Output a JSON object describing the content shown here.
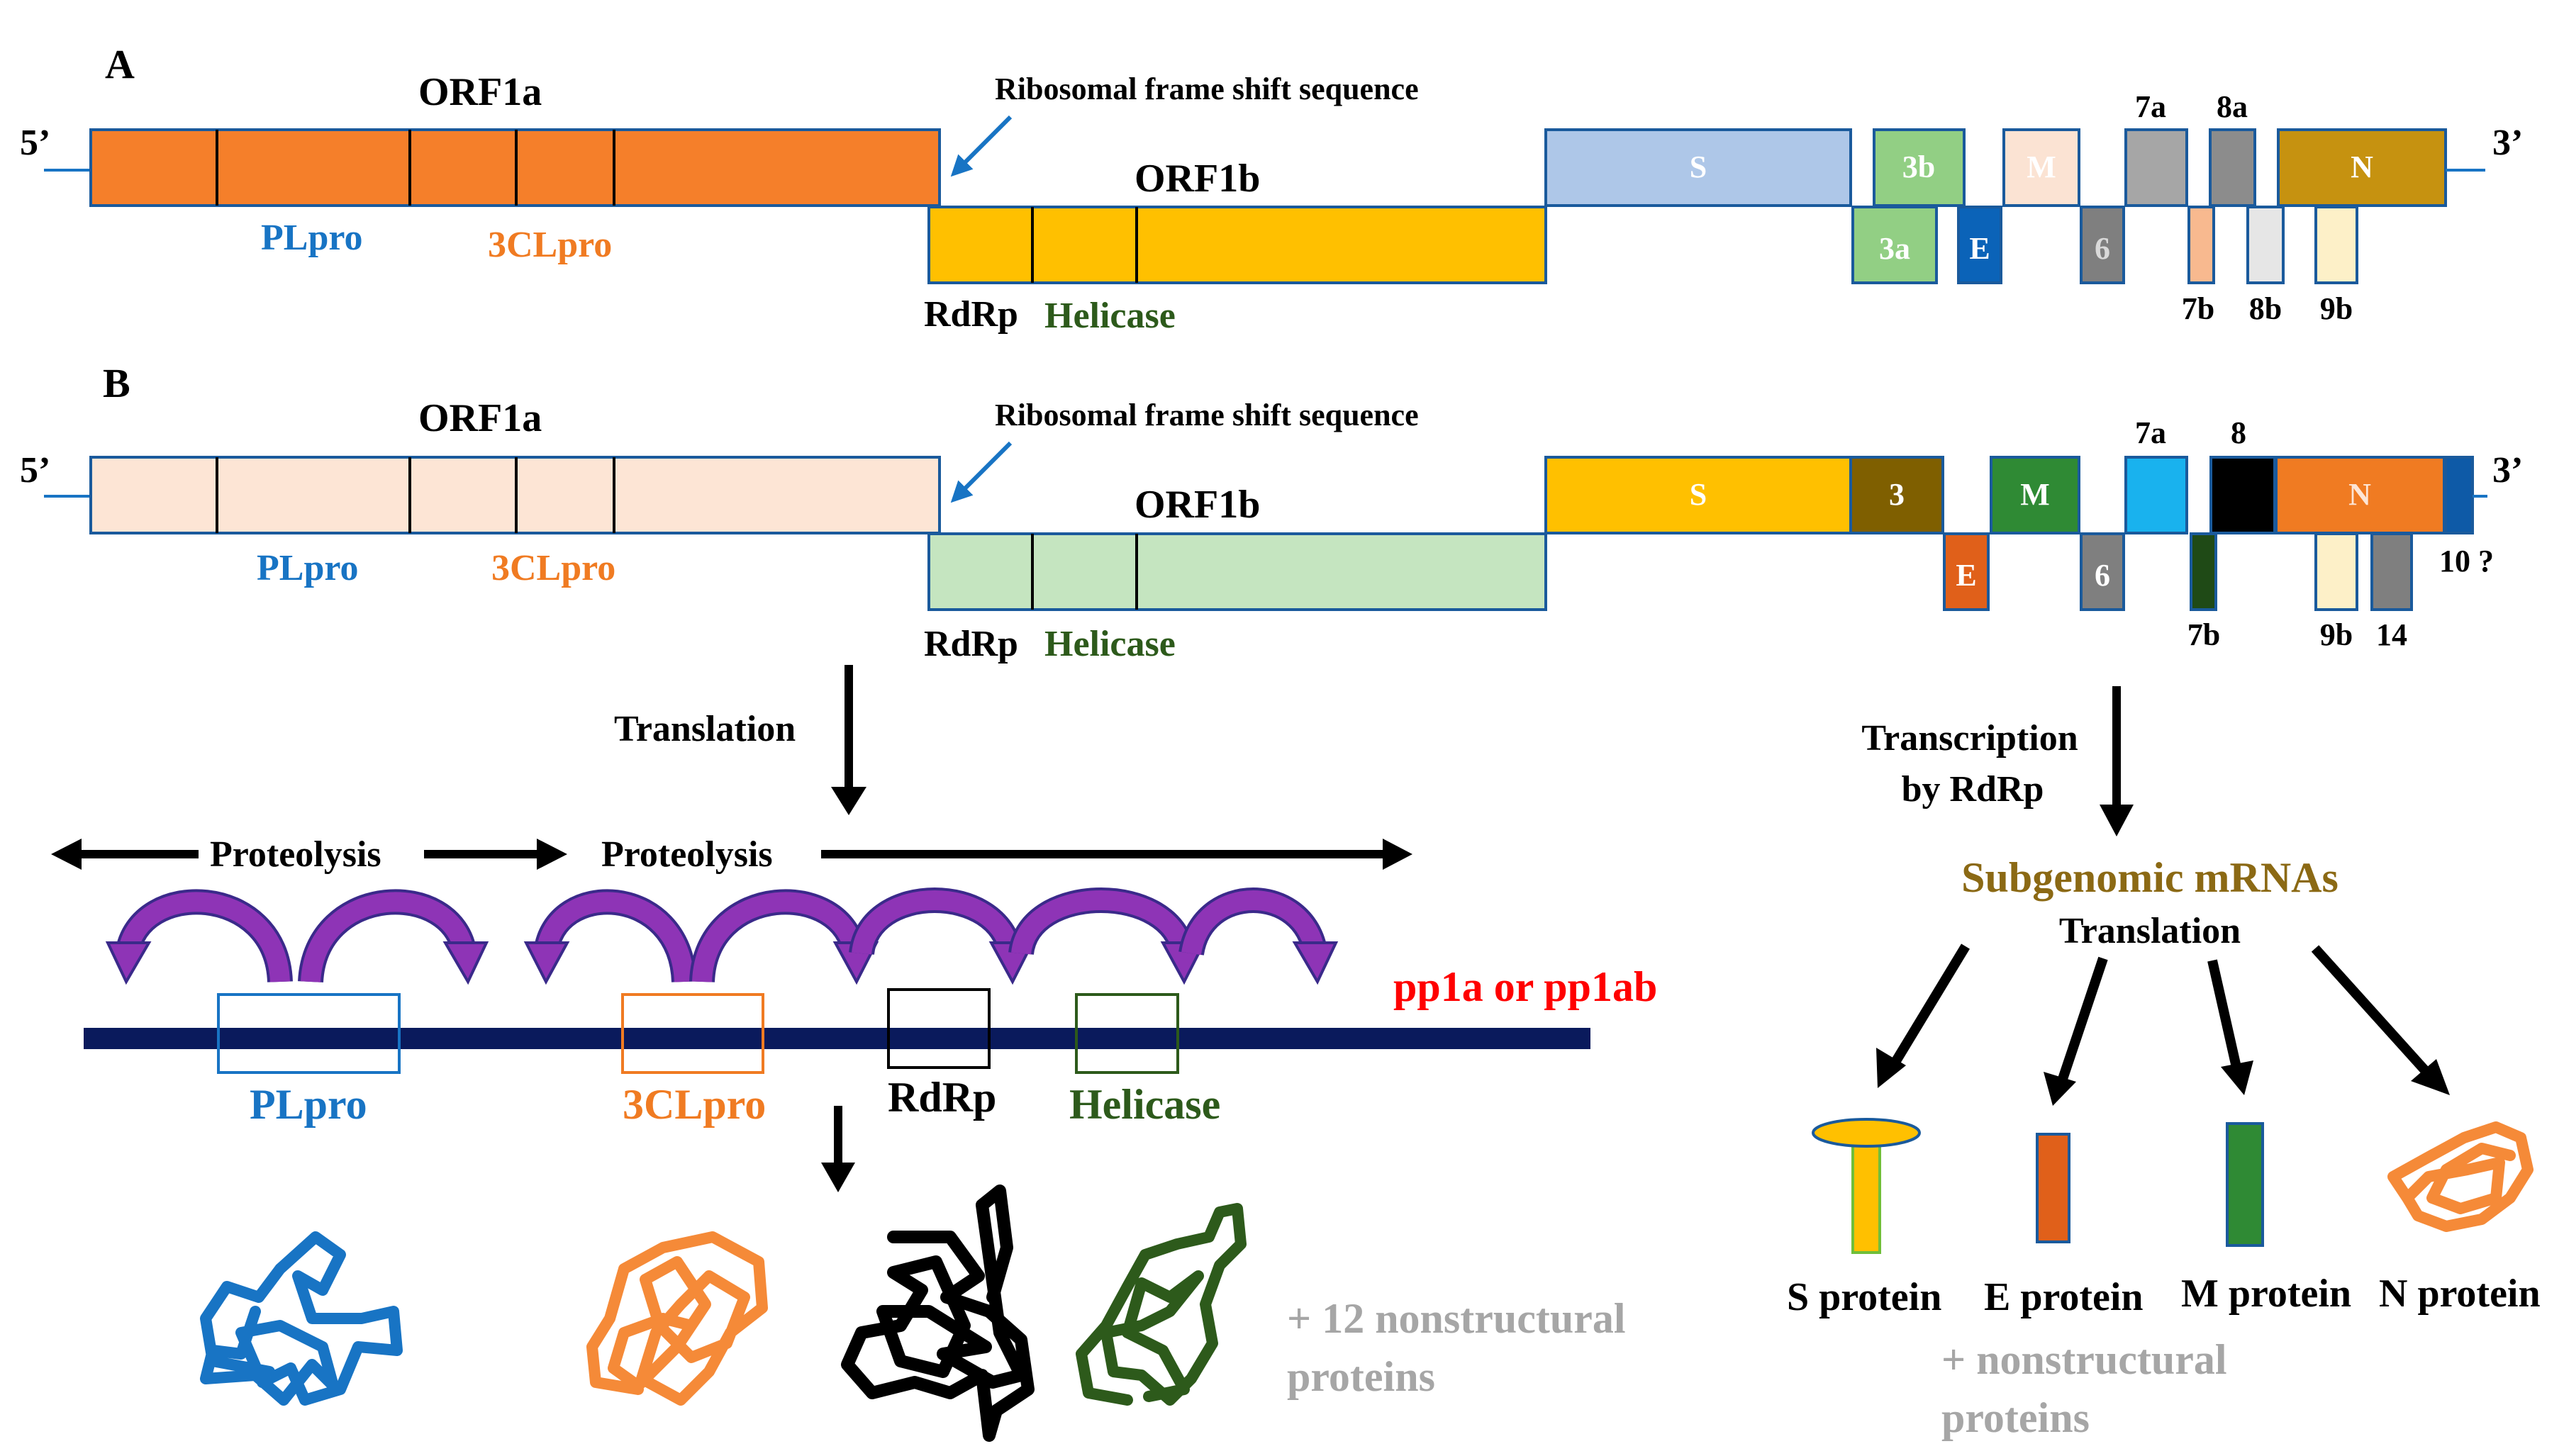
{
  "panel_a": {
    "label": "A",
    "five_prime": "5’",
    "three_prime": "3’",
    "orf1a": "ORF1a",
    "orf1b": "ORF1b",
    "frameshift": "Ribosomal frame shift sequence",
    "plpro": "PLpro",
    "clpro": "3CLpro",
    "rdrp": "RdRp",
    "helicase": "Helicase",
    "genes": {
      "S": "S",
      "g3b": "3b",
      "M": "M",
      "g7a": "7a",
      "g8a": "8a",
      "N": "N",
      "g3a": "3a",
      "E": "E",
      "g6": "6",
      "g7b": "7b",
      "g8b": "8b",
      "g9b": "9b"
    }
  },
  "panel_b": {
    "label": "B",
    "five_prime": "5’",
    "three_prime": "3’",
    "orf1a": "ORF1a",
    "orf1b": "ORF1b",
    "frameshift": "Ribosomal frame shift sequence",
    "plpro": "PLpro",
    "clpro": "3CLpro",
    "rdrp": "RdRp",
    "helicase": "Helicase",
    "genes": {
      "S": "S",
      "g3": "3",
      "M": "M",
      "g7a": "7a",
      "g8": "8",
      "N": "N",
      "E": "E",
      "g6": "6",
      "g7b": "7b",
      "g9b": "9b",
      "g14": "14",
      "g10": "10 ?"
    }
  },
  "processing": {
    "translation": "Translation",
    "proteolysis_1": "Proteolysis",
    "proteolysis_2": "Proteolysis",
    "polyprotein": "pp1a or pp1ab",
    "plpro": "PLpro",
    "clpro": "3CLpro",
    "rdrp": "RdRp",
    "helicase": "Helicase",
    "nonstructural_1": "+ 12 nonstructural",
    "nonstructural_2": "proteins"
  },
  "subgenomic": {
    "transcription_1": "Transcription",
    "transcription_2": "by RdRp",
    "mrnas": "Subgenomic mRNAs",
    "translation": "Translation",
    "s_protein": "S protein",
    "e_protein": "E protein",
    "m_protein": "M protein",
    "n_protein": "N protein",
    "nonstructural_1": "+ nonstructural",
    "nonstructural_2": "proteins"
  },
  "colors": {
    "plpro": "#1874c4",
    "clpro": "#f07b22",
    "rdrp": "#000000",
    "helicase": "#2d5a1b",
    "polyprotein_label": "#ff0000",
    "mrna_label": "#8b6914",
    "nonstructural": "#a6a6a6",
    "backbone": "#0a1a5c",
    "arc": "#7b2fa8"
  }
}
